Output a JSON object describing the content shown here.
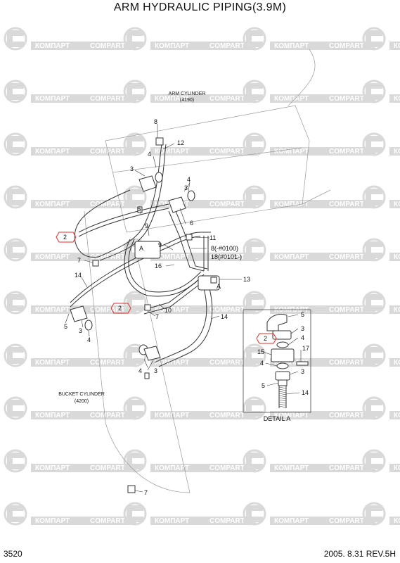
{
  "page": {
    "title": "ARM HYDRAULIC PIPING(3.9M)",
    "page_number": "3520",
    "revision": "2005. 8.31 REV.5H"
  },
  "watermark": {
    "brand_latin": "COMPART",
    "brand_cyrillic": "КОМПАРТ",
    "mark_color": "#d9d9d9"
  },
  "components": {
    "arm_cylinder": [
      "ARM CYLINDER",
      "(4190)"
    ],
    "bucket_cylinder": [
      "BUCKET CYLINDER",
      "(4200)"
    ],
    "detail_title": "DETAIL  A"
  },
  "callouts": {
    "main": {
      "c8_top": "8",
      "c12": "12",
      "c4_top": "4",
      "c3_a": "3",
      "c4_b": "4",
      "c3_b": "3",
      "c6_a": "6",
      "c9": "9",
      "c6_b": "6",
      "c11": "11",
      "c8_var": "8(-#0100)",
      "c18_var": "18(#0101-)",
      "c7_a": "7",
      "c14_a": "14",
      "c9_b": "9",
      "c16": "16",
      "c13": "13",
      "cA_left": "A",
      "cA_right": "A",
      "c5": "5",
      "c3_c": "3",
      "c4_c": "4",
      "c7_b": "7",
      "c10": "10",
      "c14_b": "14",
      "c4_d": "4",
      "c3_d": "3",
      "c7_c": "7"
    },
    "red_marks": {
      "r1": "2",
      "r2": "2",
      "r3": "2"
    },
    "detail": {
      "d5_top": "5",
      "d3_a": "3",
      "d4_a": "4",
      "d15": "15",
      "d17": "17",
      "d4_b": "4",
      "d3_b": "3",
      "d5_b": "5",
      "d14": "14"
    }
  },
  "colors": {
    "line": "#333333",
    "callout_red": "#e0312b",
    "frame": "#444444"
  }
}
